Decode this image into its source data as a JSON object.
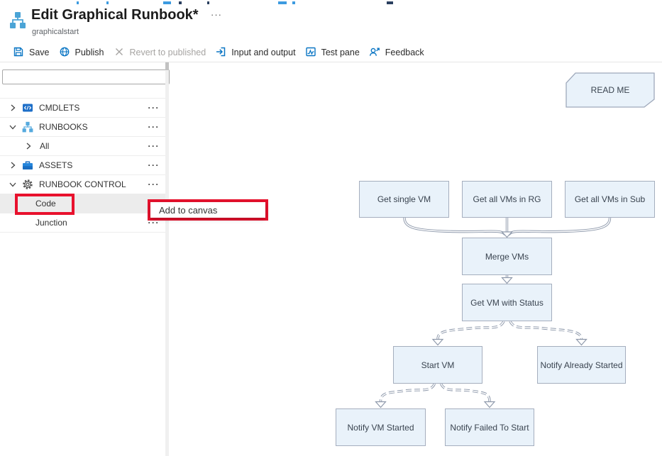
{
  "page": {
    "title": "Edit Graphical Runbook*",
    "subtitle": "graphicalstart",
    "more_label": "···"
  },
  "toolbar": {
    "items": [
      {
        "label": "Save",
        "icon": "save-icon",
        "enabled": true
      },
      {
        "label": "Publish",
        "icon": "publish-globe-icon",
        "enabled": true
      },
      {
        "label": "Revert to published",
        "icon": "revert-x-icon",
        "enabled": false
      },
      {
        "label": "Input and output",
        "icon": "input-output-icon",
        "enabled": true
      },
      {
        "label": "Test pane",
        "icon": "test-pane-icon",
        "enabled": true
      },
      {
        "label": "Feedback",
        "icon": "feedback-icon",
        "enabled": true
      }
    ]
  },
  "sidebar": {
    "search_value": "",
    "more_label": "···",
    "items": [
      {
        "label": "CMDLETS",
        "icon": "cmdlets-icon",
        "expanded": false
      },
      {
        "label": "RUNBOOKS",
        "icon": "runbooks-icon",
        "expanded": true
      },
      {
        "label": "All",
        "expanded": false,
        "indent": 1
      },
      {
        "label": "ASSETS",
        "icon": "assets-briefcase-icon",
        "expanded": false
      },
      {
        "label": "RUNBOOK CONTROL",
        "icon": "gear-icon",
        "expanded": true
      },
      {
        "label": "Code",
        "selected": true,
        "annotated": true
      },
      {
        "label": "Junction",
        "selected": false
      }
    ]
  },
  "context_menu": {
    "annotated": true,
    "items": [
      {
        "label": "Add to canvas"
      }
    ]
  },
  "canvas": {
    "note": {
      "label": "READ ME"
    },
    "nodes": [
      {
        "label": "Get single VM"
      },
      {
        "label": "Get all VMs in RG"
      },
      {
        "label": "Get all VMs in Sub"
      },
      {
        "label": "Merge VMs"
      },
      {
        "label": "Get VM with Status"
      },
      {
        "label": "Start VM"
      },
      {
        "label": "Notify Already Started"
      },
      {
        "label": "Notify VM Started"
      },
      {
        "label": "Notify Failed To Start"
      }
    ],
    "links": [
      {
        "from": "Get single VM",
        "to": "Merge VMs",
        "style": "solid"
      },
      {
        "from": "Get all VMs in RG",
        "to": "Merge VMs",
        "style": "solid"
      },
      {
        "from": "Get all VMs in Sub",
        "to": "Merge VMs",
        "style": "solid"
      },
      {
        "from": "Merge VMs",
        "to": "Get VM with Status",
        "style": "solid"
      },
      {
        "from": "Get VM with Status",
        "to": "Start VM",
        "style": "dashed"
      },
      {
        "from": "Get VM with Status",
        "to": "Notify Already Started",
        "style": "dashed"
      },
      {
        "from": "Start VM",
        "to": "Notify VM Started",
        "style": "dashed"
      },
      {
        "from": "Start VM",
        "to": "Notify Failed To Start",
        "style": "dashed"
      }
    ]
  },
  "colors": {
    "accent_blue": "#0b76c4",
    "annotation_red": "#e8112d",
    "node_fill": "#e9f2fa",
    "node_border": "#a5aebe",
    "connector": "#8e99ab",
    "disabled_text": "#a6a4a2",
    "selected_row_bg": "#ececec"
  }
}
